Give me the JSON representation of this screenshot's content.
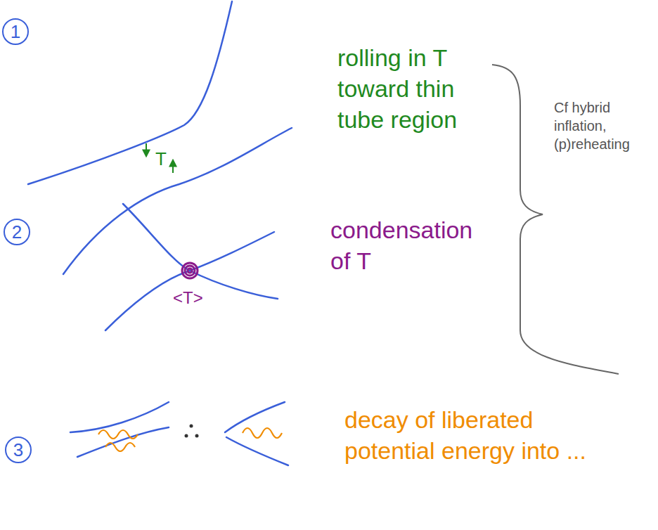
{
  "diagram": {
    "nodes": [
      {
        "text": [
          "1"
        ]
      },
      {
        "text": [
          "2"
        ]
      },
      {
        "text": [
          "3"
        ]
      }
    ],
    "labels": [
      "T",
      "rolling in T toward thin tube region",
      "condensation of T",
      "<T>",
      "Cf hybrid inflation, (p)reheating",
      "decay of liberated potential energy into ..."
    ]
  }
}
